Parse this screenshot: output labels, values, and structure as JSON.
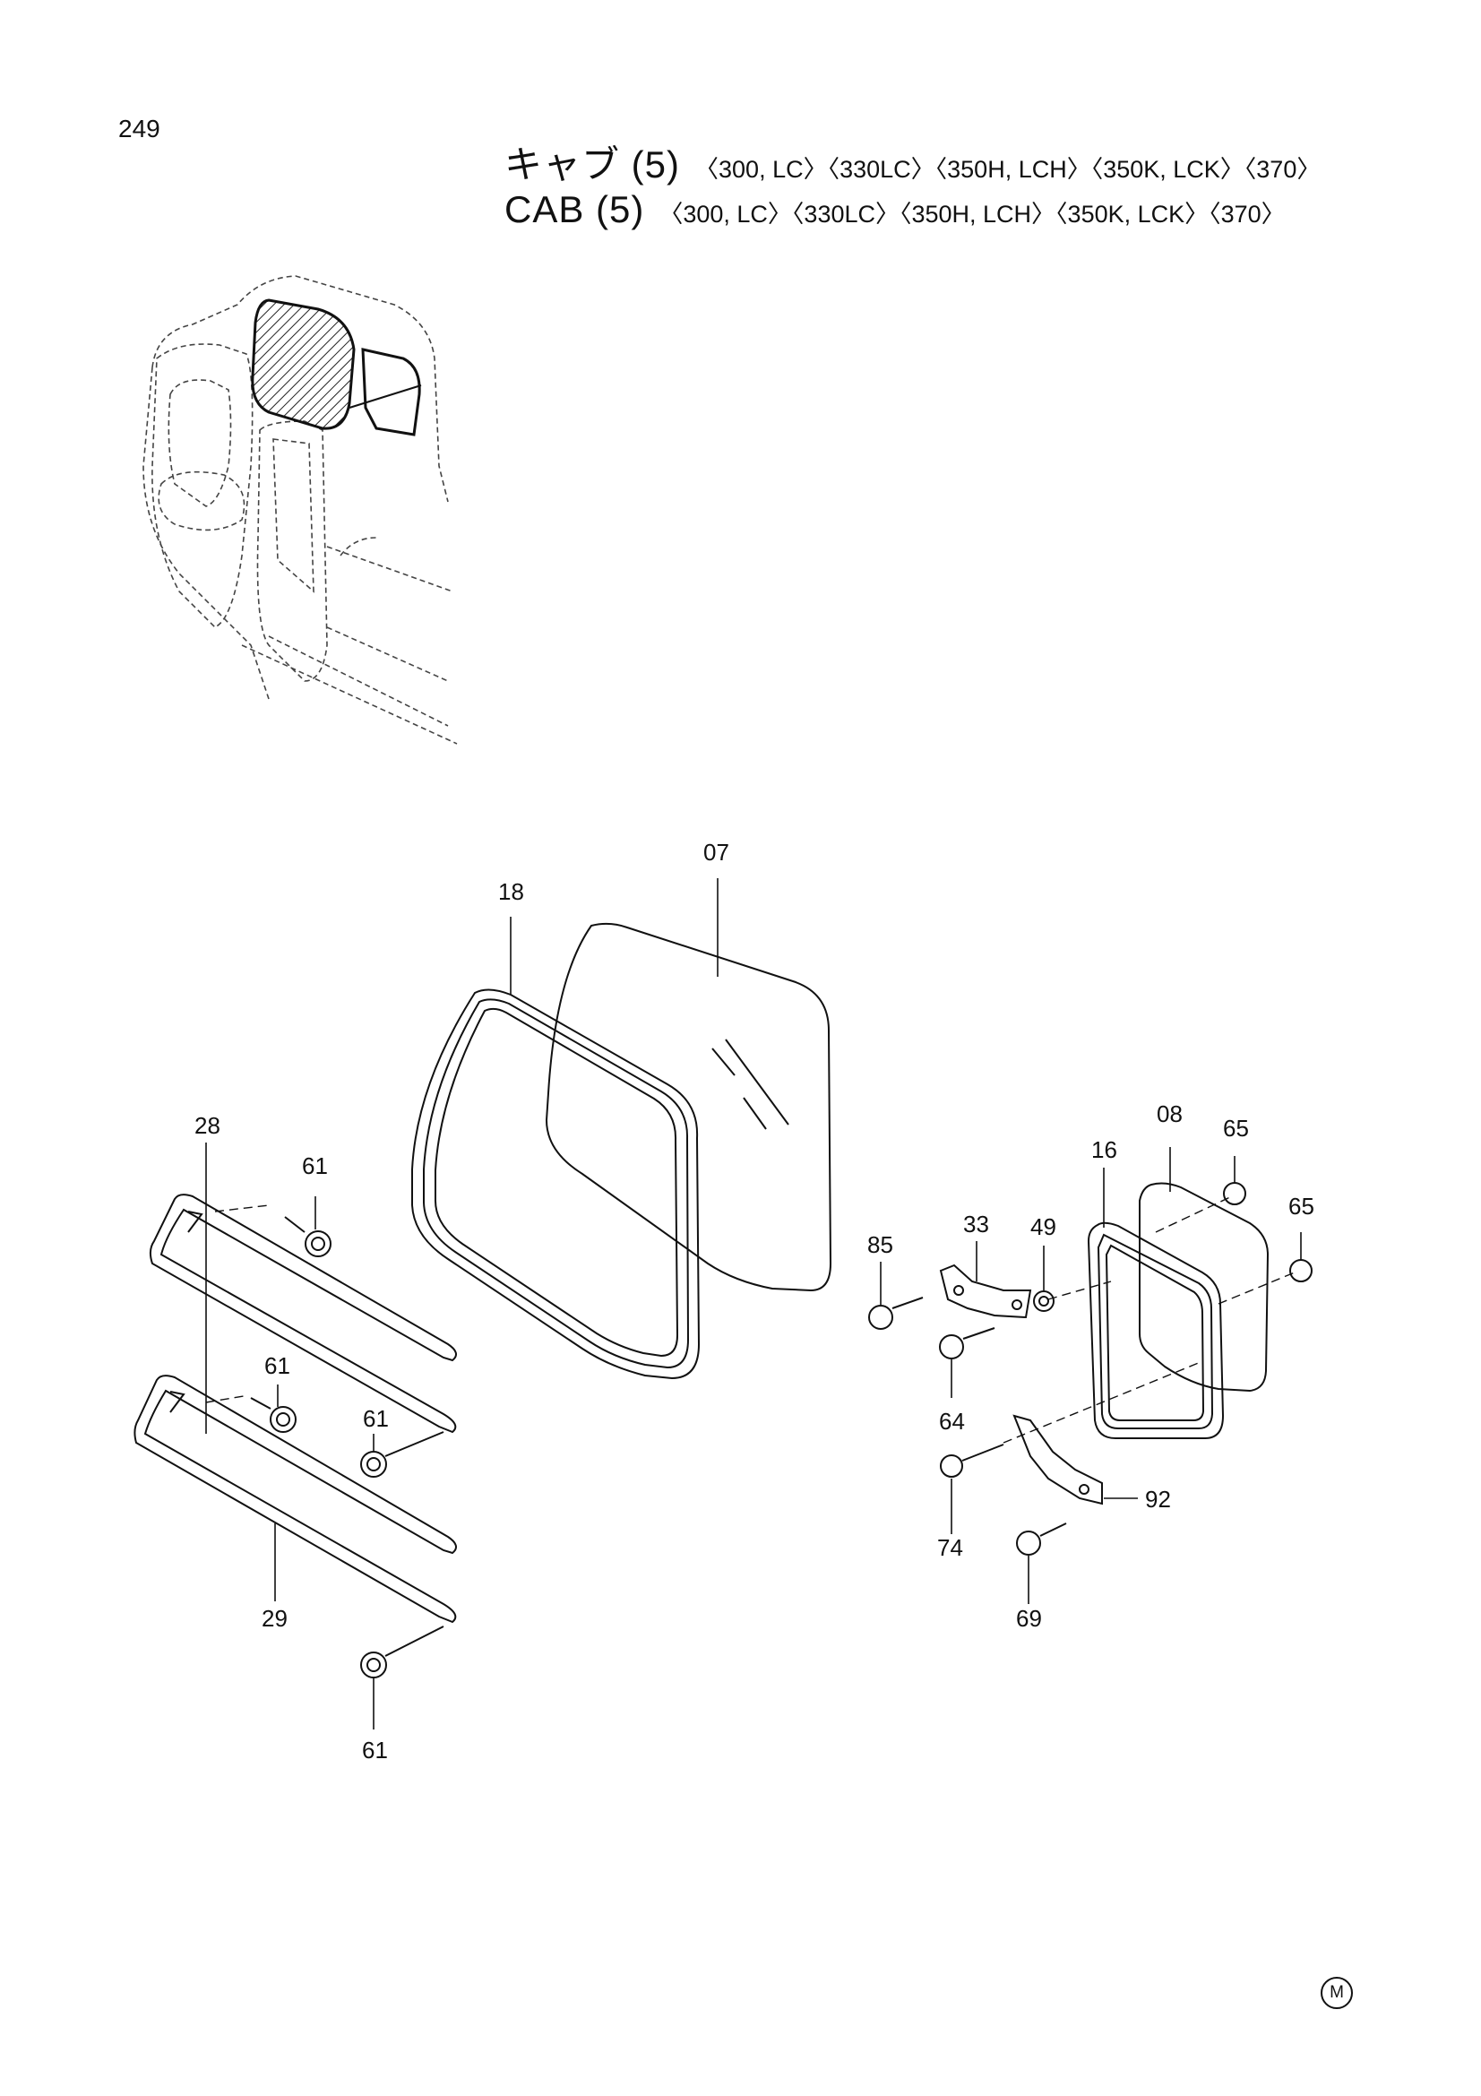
{
  "page_number": "249",
  "title": {
    "ja": "キャブ (5)",
    "en": "CAB (5)",
    "models": "〈300, LC〉〈330LC〉〈350H, LCH〉〈350K, LCK〉〈370〉"
  },
  "parts": {
    "p07": "07",
    "p18": "18",
    "p28": "28",
    "p61a": "61",
    "p61b": "61",
    "p61c": "61",
    "p61d": "61",
    "p29": "29",
    "p85": "85",
    "p33": "33",
    "p49": "49",
    "p16": "16",
    "p08": "08",
    "p65a": "65",
    "p65b": "65",
    "p64": "64",
    "p92": "92",
    "p74": "74",
    "p69": "69"
  },
  "mark": "M"
}
